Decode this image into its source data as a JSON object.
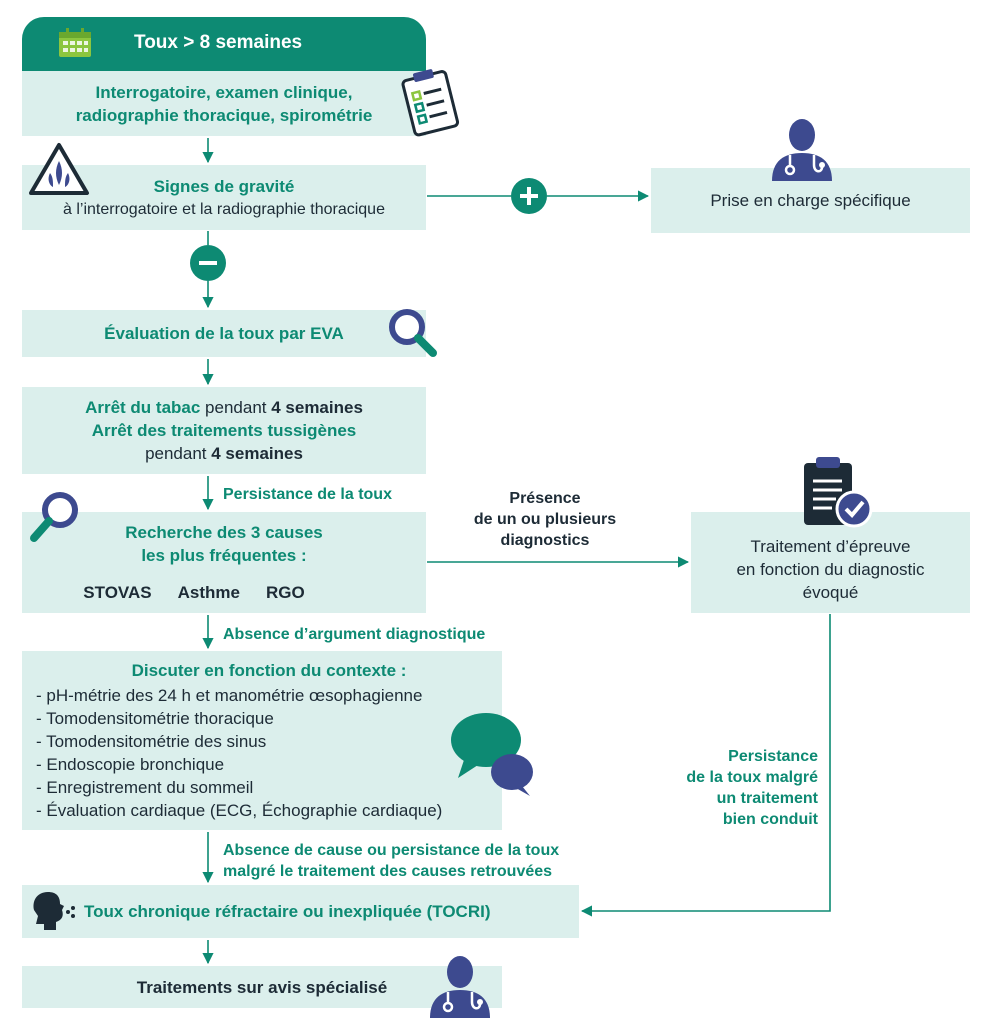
{
  "header": {
    "title": "Toux > 8 semaines"
  },
  "step1": {
    "line1": "Interrogatoire, examen clinique,",
    "line2": "radiographie thoracique, spirométrie"
  },
  "step2": {
    "title": "Signes de gravité",
    "subtitle": "à l’interrogatoire et la radiographie thoracique"
  },
  "specific": {
    "label": "Prise en charge spécifique"
  },
  "eva": {
    "label": "Évaluation de la toux par EVA"
  },
  "tabac": {
    "l1_bold": "Arrêt du tabac",
    "l1_rest": " pendant ",
    "l1_dur": "4 semaines",
    "l2": "Arrêt des traitements tussigènes",
    "l3_rest": "pendant ",
    "l3_dur": "4 semaines"
  },
  "labels": {
    "persistance": "Persistance de la toux",
    "absence_argument": "Absence d’argument diagnostique",
    "presence_l1": "Présence",
    "presence_l2": "de un ou plusieurs",
    "presence_l3": "diagnostics",
    "absence_cause_l1": "Absence de cause ou persistance de la toux",
    "absence_cause_l2": "malgré le traitement des causes retrouvées",
    "malgre_l1": "Persistance",
    "malgre_l2": "de la toux malgré",
    "malgre_l3": "un traitement",
    "malgre_l4": "bien conduit"
  },
  "causes": {
    "title_l1": "Recherche des 3 causes",
    "title_l2": "les plus fréquentes :",
    "items": [
      "STOVAS",
      "Asthme",
      "RGO"
    ]
  },
  "epreuve": {
    "l1": "Traitement d’épreuve",
    "l2": "en fonction du diagnostic",
    "l3": "évoqué"
  },
  "context": {
    "title": "Discuter en fonction du contexte :",
    "items": [
      "- pH-métrie des 24 h et manométrie œsophagienne",
      "- Tomodensitométrie thoracique",
      "- Tomodensitométrie des sinus",
      "- Endoscopie bronchique",
      "- Enregistrement du sommeil",
      "- Évaluation cardiaque (ECG, Échographie cardiaque)"
    ]
  },
  "tocri": {
    "label": "Toux chronique réfractaire ou inexpliquée (TOCRI)"
  },
  "final": {
    "label": "Traitements sur avis spécialisé"
  },
  "colors": {
    "teal": "#0d8a73",
    "box": "#dbefec",
    "navy": "#1d2b36",
    "indigo": "#3d4a8f"
  }
}
